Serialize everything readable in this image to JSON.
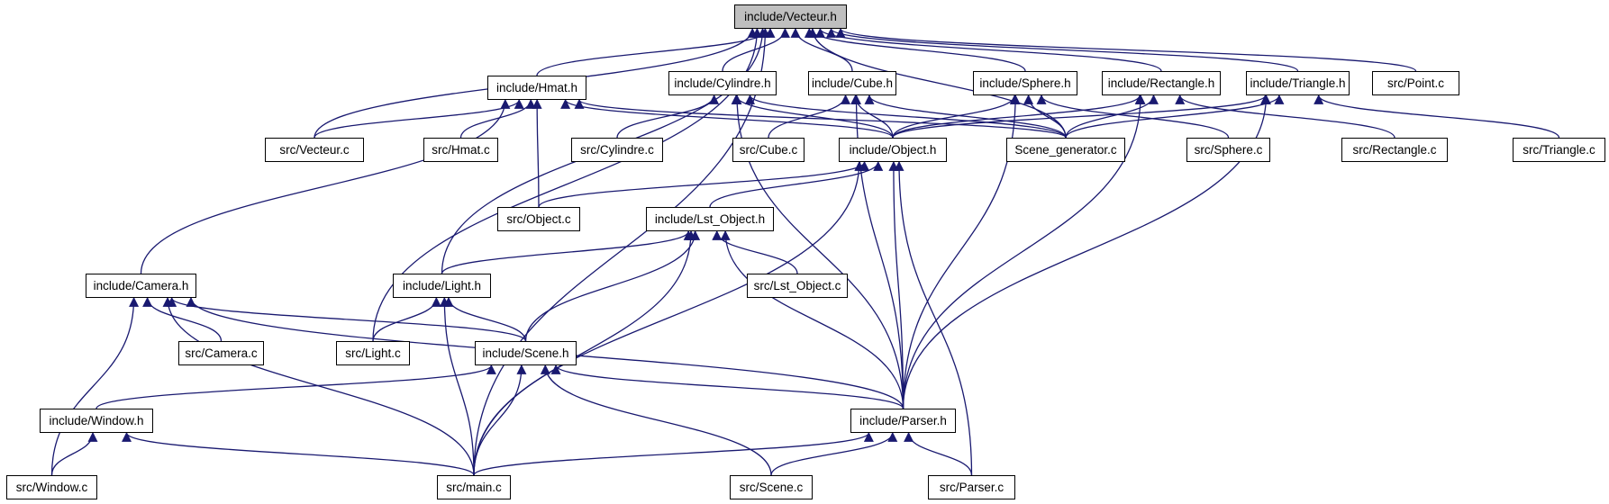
{
  "diagram": {
    "colors": {
      "edge": "#191970",
      "border": "#000000",
      "root_fill": "#bfbfbf",
      "fill": "#ffffff"
    },
    "nodes": [
      {
        "id": "vecteur_h",
        "label": "include/Vecteur.h"
      },
      {
        "id": "hmat_h",
        "label": "include/Hmat.h"
      },
      {
        "id": "cylindre_h",
        "label": "include/Cylindre.h"
      },
      {
        "id": "cube_h",
        "label": "include/Cube.h"
      },
      {
        "id": "sphere_h",
        "label": "include/Sphere.h"
      },
      {
        "id": "rectangle_h",
        "label": "include/Rectangle.h"
      },
      {
        "id": "triangle_h",
        "label": "include/Triangle.h"
      },
      {
        "id": "point_c",
        "label": "src/Point.c"
      },
      {
        "id": "vecteur_c",
        "label": "src/Vecteur.c"
      },
      {
        "id": "hmat_c",
        "label": "src/Hmat.c"
      },
      {
        "id": "cylindre_c",
        "label": "src/Cylindre.c"
      },
      {
        "id": "cube_c",
        "label": "src/Cube.c"
      },
      {
        "id": "object_h",
        "label": "include/Object.h"
      },
      {
        "id": "scene_gen_c",
        "label": "Scene_generator.c"
      },
      {
        "id": "sphere_c",
        "label": "src/Sphere.c"
      },
      {
        "id": "rectangle_c",
        "label": "src/Rectangle.c"
      },
      {
        "id": "triangle_c",
        "label": "src/Triangle.c"
      },
      {
        "id": "object_c",
        "label": "src/Object.c"
      },
      {
        "id": "lst_object_h",
        "label": "include/Lst_Object.h"
      },
      {
        "id": "camera_h",
        "label": "include/Camera.h"
      },
      {
        "id": "light_h",
        "label": "include/Light.h"
      },
      {
        "id": "lst_object_c",
        "label": "src/Lst_Object.c"
      },
      {
        "id": "camera_c",
        "label": "src/Camera.c"
      },
      {
        "id": "light_c",
        "label": "src/Light.c"
      },
      {
        "id": "scene_h",
        "label": "include/Scene.h"
      },
      {
        "id": "window_h",
        "label": "include/Window.h"
      },
      {
        "id": "parser_h",
        "label": "include/Parser.h"
      },
      {
        "id": "window_c",
        "label": "src/Window.c"
      },
      {
        "id": "main_c",
        "label": "src/main.c"
      },
      {
        "id": "scene_c",
        "label": "src/Scene.c"
      },
      {
        "id": "parser_c",
        "label": "src/Parser.c"
      }
    ],
    "edges": [
      [
        "hmat_h",
        "vecteur_h"
      ],
      [
        "cylindre_h",
        "vecteur_h"
      ],
      [
        "cube_h",
        "vecteur_h"
      ],
      [
        "sphere_h",
        "vecteur_h"
      ],
      [
        "rectangle_h",
        "vecteur_h"
      ],
      [
        "triangle_h",
        "vecteur_h"
      ],
      [
        "point_c",
        "vecteur_h"
      ],
      [
        "vecteur_c",
        "vecteur_h"
      ],
      [
        "scene_gen_c",
        "vecteur_h"
      ],
      [
        "light_h",
        "vecteur_h"
      ],
      [
        "light_c",
        "vecteur_h"
      ],
      [
        "main_c",
        "vecteur_h"
      ],
      [
        "vecteur_c",
        "hmat_h"
      ],
      [
        "hmat_c",
        "hmat_h"
      ],
      [
        "object_c",
        "hmat_h"
      ],
      [
        "object_h",
        "hmat_h"
      ],
      [
        "camera_h",
        "hmat_h"
      ],
      [
        "scene_gen_c",
        "hmat_h"
      ],
      [
        "cylindre_c",
        "cylindre_h"
      ],
      [
        "object_h",
        "cylindre_h"
      ],
      [
        "scene_gen_c",
        "cylindre_h"
      ],
      [
        "parser_h",
        "cylindre_h"
      ],
      [
        "cube_c",
        "cube_h"
      ],
      [
        "object_h",
        "cube_h"
      ],
      [
        "scene_gen_c",
        "cube_h"
      ],
      [
        "parser_h",
        "cube_h"
      ],
      [
        "object_h",
        "sphere_h"
      ],
      [
        "scene_gen_c",
        "sphere_h"
      ],
      [
        "sphere_c",
        "sphere_h"
      ],
      [
        "parser_h",
        "sphere_h"
      ],
      [
        "object_h",
        "rectangle_h"
      ],
      [
        "scene_gen_c",
        "rectangle_h"
      ],
      [
        "rectangle_c",
        "rectangle_h"
      ],
      [
        "parser_h",
        "rectangle_h"
      ],
      [
        "object_h",
        "triangle_h"
      ],
      [
        "scene_gen_c",
        "triangle_h"
      ],
      [
        "triangle_c",
        "triangle_h"
      ],
      [
        "parser_h",
        "triangle_h"
      ],
      [
        "object_c",
        "object_h"
      ],
      [
        "lst_object_h",
        "object_h"
      ],
      [
        "parser_h",
        "object_h"
      ],
      [
        "parser_c",
        "object_h"
      ],
      [
        "main_c",
        "object_h"
      ],
      [
        "light_h",
        "lst_object_h"
      ],
      [
        "lst_object_c",
        "lst_object_h"
      ],
      [
        "scene_h",
        "lst_object_h"
      ],
      [
        "parser_h",
        "lst_object_h"
      ],
      [
        "main_c",
        "lst_object_h"
      ],
      [
        "camera_c",
        "camera_h"
      ],
      [
        "scene_h",
        "camera_h"
      ],
      [
        "parser_h",
        "camera_h"
      ],
      [
        "window_c",
        "camera_h"
      ],
      [
        "main_c",
        "camera_h"
      ],
      [
        "light_c",
        "light_h"
      ],
      [
        "scene_h",
        "light_h"
      ],
      [
        "main_c",
        "light_h"
      ],
      [
        "window_h",
        "scene_h"
      ],
      [
        "parser_h",
        "scene_h"
      ],
      [
        "scene_c",
        "scene_h"
      ],
      [
        "main_c",
        "scene_h"
      ],
      [
        "window_c",
        "window_h"
      ],
      [
        "main_c",
        "window_h"
      ],
      [
        "main_c",
        "parser_h"
      ],
      [
        "scene_c",
        "parser_h"
      ],
      [
        "parser_c",
        "parser_h"
      ]
    ]
  }
}
